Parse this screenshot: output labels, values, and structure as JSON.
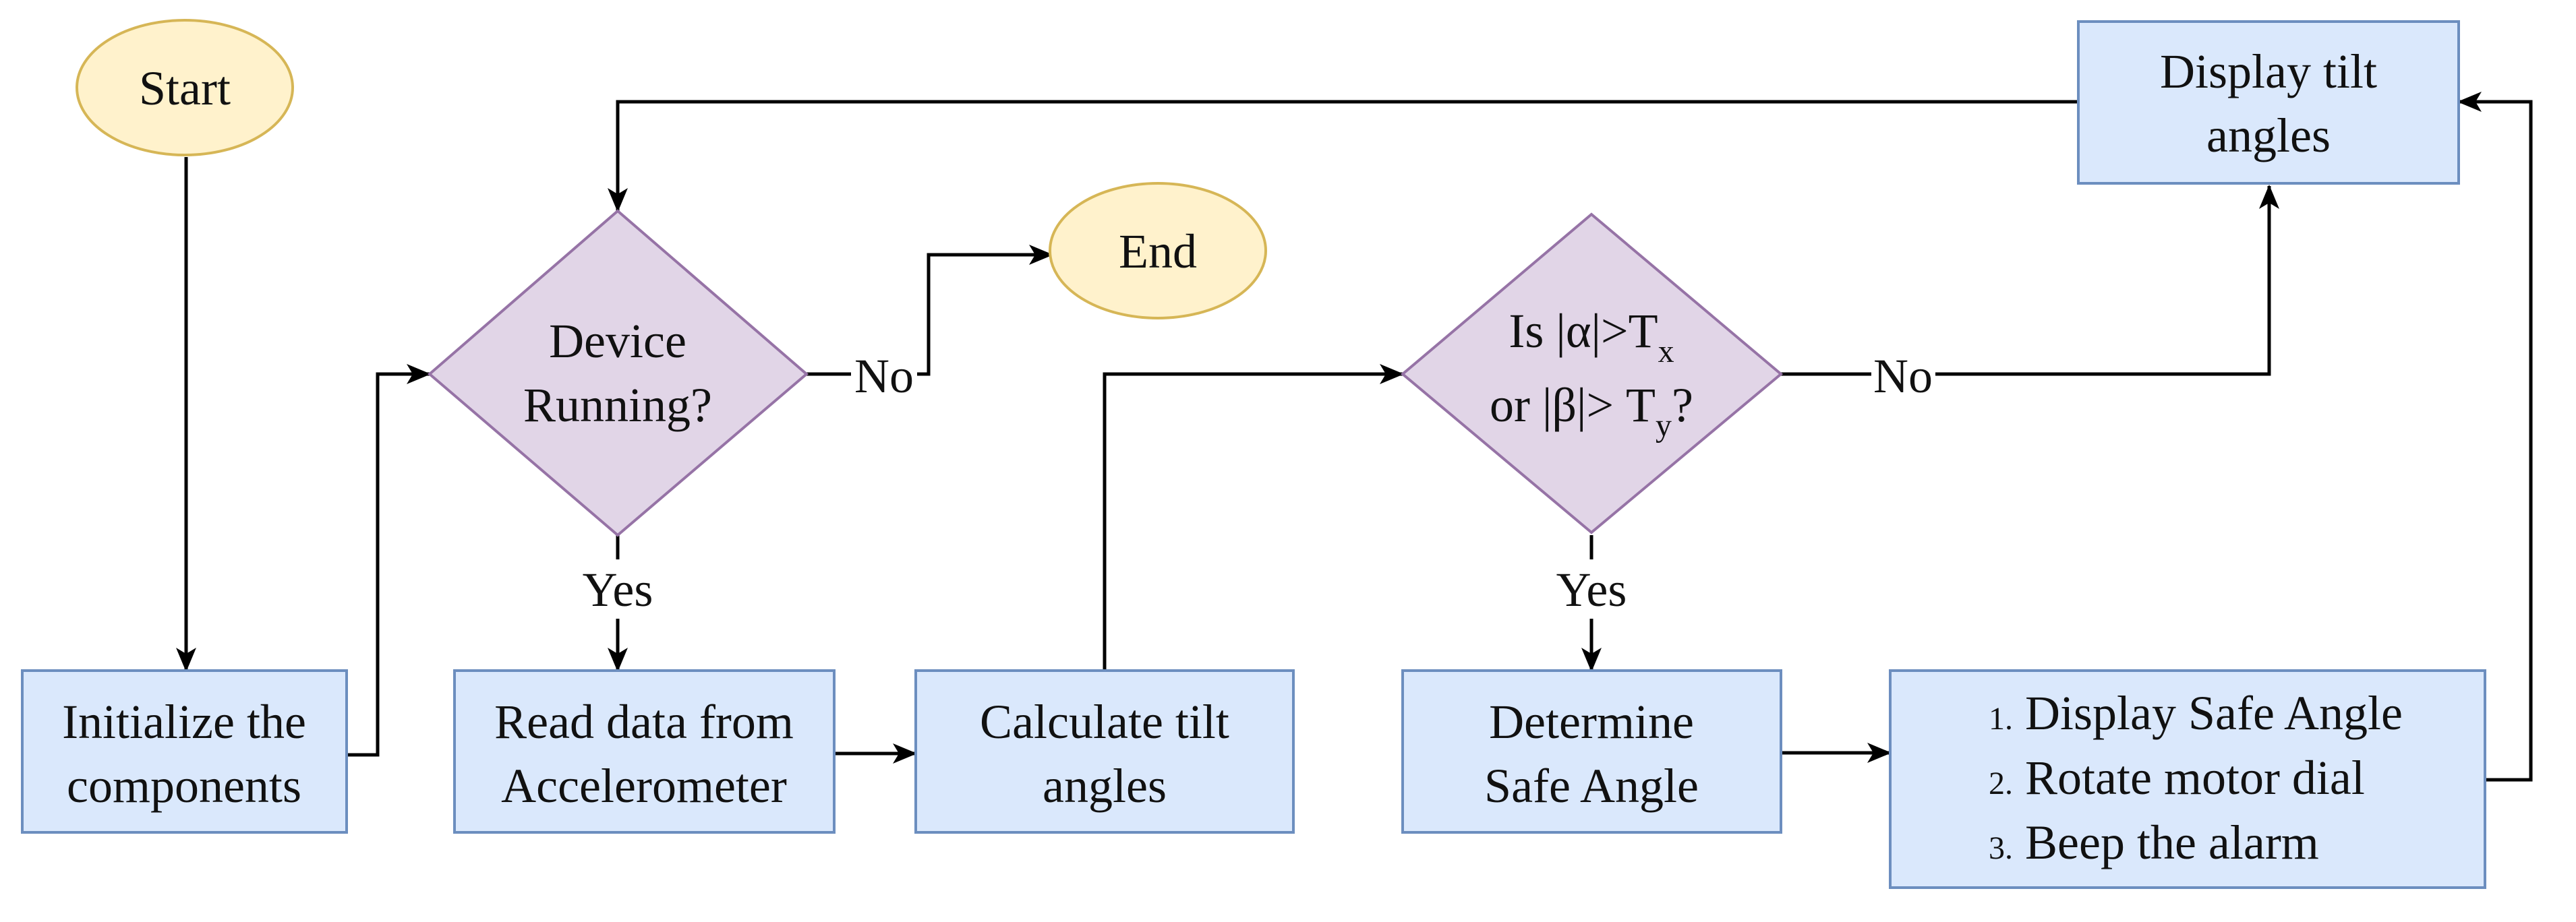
{
  "colors": {
    "terminal_fill": "#FFF2CC",
    "terminal_stroke": "#D6B656",
    "process_fill": "#DAE8FC",
    "process_stroke": "#6C8EBF",
    "decision_fill": "#E1D5E7",
    "decision_stroke": "#9673A6",
    "edge": "#000000"
  },
  "nodes": {
    "start": {
      "label": "Start"
    },
    "end": {
      "label": "End"
    },
    "initialize": {
      "line1": "Initialize the",
      "line2": "components"
    },
    "device_running": {
      "line1": "Device",
      "line2": "Running?"
    },
    "read_data": {
      "line1": "Read data from",
      "line2": "Accelerometer"
    },
    "calculate": {
      "line1": "Calculate tilt",
      "line2": "angles"
    },
    "threshold": {
      "line1_prefix": "Is |α|>T",
      "line1_sub": "x",
      "line2_prefix": "or |β|> T",
      "line2_sub": "y",
      "line2_suffix": "?"
    },
    "determine": {
      "line1": "Determine",
      "line2": "Safe Angle"
    },
    "display_tilt": {
      "line1": "Display tilt",
      "line2": "angles"
    },
    "actions": {
      "items": [
        {
          "num": "1.",
          "text": "Display Safe Angle"
        },
        {
          "num": "2.",
          "text": "Rotate motor dial"
        },
        {
          "num": "3.",
          "text": "Beep the alarm"
        }
      ]
    }
  },
  "edge_labels": {
    "running_no": "No",
    "running_yes": "Yes",
    "threshold_no": "No",
    "threshold_yes": "Yes"
  }
}
